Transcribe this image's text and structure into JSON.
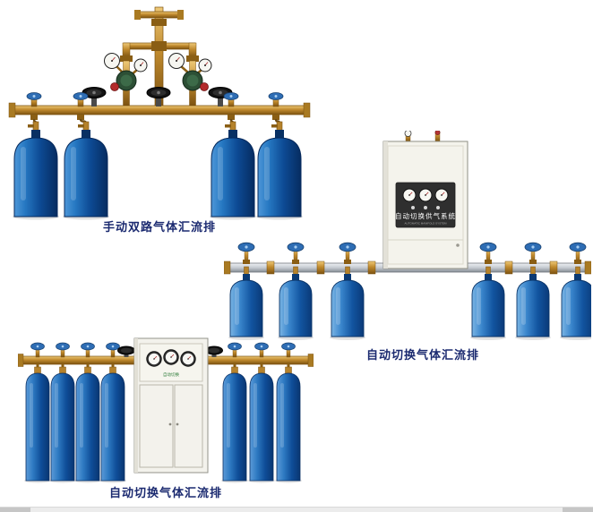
{
  "products": {
    "manual_dual_manifold": {
      "caption": "手动双路气体汇流排"
    },
    "auto_switch_manifold_right": {
      "caption": "自动切换气体汇流排",
      "cabinet_label_cn": "自动切换供气系统",
      "cabinet_label_en": "AUTOMATIC MANIFOLD SYSTEM"
    },
    "auto_switch_manifold_bottom": {
      "caption": "自动切换气体汇流排",
      "cabinet_label_cn": "自动切换"
    }
  },
  "colors": {
    "caption": "#1b2a70",
    "cylinder_blue": "#1254a0",
    "brass": "#c08a2e",
    "manifold_silver": "#c6cbd1",
    "cabinet_body": "#f4f3ec",
    "background": "#ffffff"
  }
}
